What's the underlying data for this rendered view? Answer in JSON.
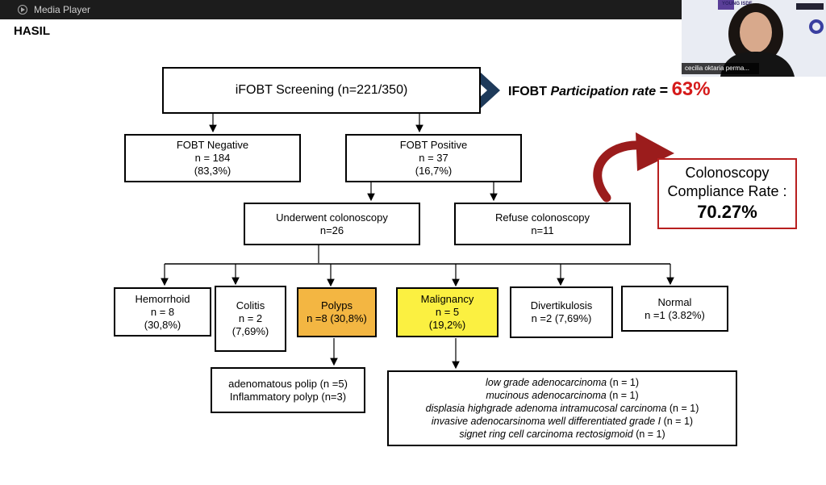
{
  "window": {
    "title": "Media Player"
  },
  "slide": {
    "heading": "HASIL",
    "screening": "iFOBT Screening (n=221/350)",
    "participation": {
      "prefix": "IFOBT",
      "label": "Participation rate",
      "eq": "=",
      "value": "63%"
    },
    "negative": {
      "line1": "FOBT Negative",
      "line2": "n = 184",
      "line3": "(83,3%)"
    },
    "positive": {
      "line1": "FOBT Positive",
      "line2": "n = 37",
      "line3": "(16,7%)"
    },
    "compliance": {
      "line1": "Colonoscopy",
      "line2": "Compliance Rate :",
      "value": "70.27%"
    },
    "underwent": {
      "line1": "Underwent colonoscopy",
      "line2": "n=26"
    },
    "refuse": {
      "line1": "Refuse colonoscopy",
      "line2": "n=11"
    },
    "hemorrhoid": {
      "line1": "Hemorrhoid",
      "line2": "n = 8",
      "line3": "(30,8%)"
    },
    "colitis": {
      "line1": "Colitis",
      "line2": "n = 2",
      "line3": "(7,69%)"
    },
    "polyps": {
      "line1": "Polyps",
      "line2": "n =8 (30,8%)"
    },
    "malignancy": {
      "line1": "Malignancy",
      "line2": "n = 5",
      "line3": "(19,2%)"
    },
    "divertikulosis": {
      "line1": "Divertikulosis",
      "line2": "n =2 (7,69%)"
    },
    "normal": {
      "line1": "Normal",
      "line2": "n =1 (3.82%)"
    },
    "polyp_types": [
      {
        "name": "adenomatous polip",
        "n": "(n =5)"
      },
      {
        "name": "Inflammatory polyp",
        "n": "(n=3)"
      }
    ],
    "malignancy_types": [
      {
        "name": "low grade adenocarcinoma",
        "n": "(n = 1)"
      },
      {
        "name": "mucinous adenocarcinoma",
        "n": "(n = 1)"
      },
      {
        "name": "displasia highgrade adenoma intramucosal carcinoma",
        "n": "(n = 1)"
      },
      {
        "name": "invasive adenocarsinoma well differentiated grade I",
        "n": "(n = 1)"
      },
      {
        "name": "signet ring cell carcinoma rectosigmoid",
        "n": "(n = 1)"
      }
    ]
  },
  "webcam": {
    "name": "cecilia oktaria perma...",
    "brand": "YOUNG ISDE"
  },
  "colors": {
    "orange": "#f3b642",
    "yellow": "#fbf041",
    "red": "#d51a1a",
    "navy": "#1e3a5a",
    "darkred": "#9b1c1c"
  }
}
